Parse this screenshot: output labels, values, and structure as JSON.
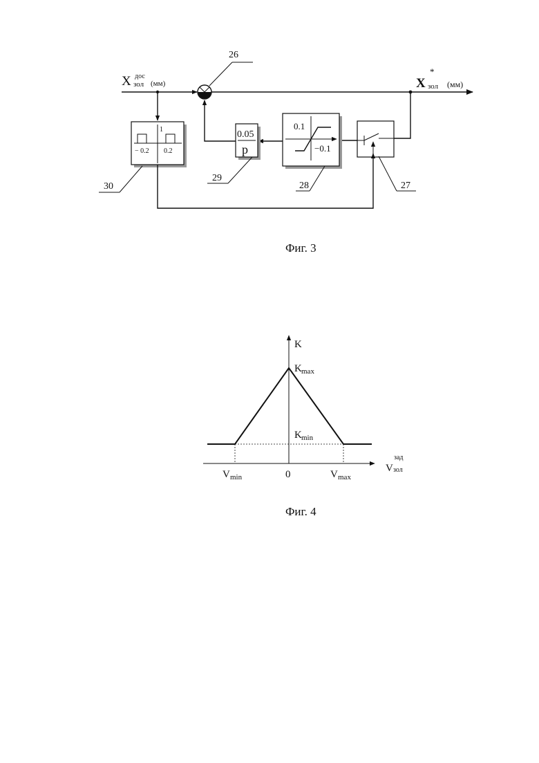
{
  "fig3": {
    "caption": "Фиг. 3",
    "input": {
      "main": "X",
      "sup": "дос",
      "sub": "зол",
      "unit": "(мм)"
    },
    "output": {
      "main": "X",
      "sup": "*",
      "sub": "зол",
      "unit": "(мм)"
    },
    "labels": {
      "sum": "26",
      "switch": "27",
      "limiter": "28",
      "integrator": "29",
      "relay": "30"
    },
    "integrator": {
      "numerator": "0.05",
      "denominator": "p"
    },
    "limiter": {
      "upper": "0.1",
      "lower": "−0.1"
    },
    "relay": {
      "level": "1",
      "left": "− 0.2",
      "right": "0.2"
    }
  },
  "fig4": {
    "caption": "Фиг. 4",
    "y_axis": "K",
    "x_axis": {
      "main": "V",
      "sup": "зад",
      "sub": "зол"
    },
    "kmax": {
      "main": "K",
      "sub": "max"
    },
    "kmin": {
      "main": "K",
      "sub": "min"
    },
    "vmin": {
      "main": "V",
      "sub": "min"
    },
    "vmax": {
      "main": "V",
      "sub": "max"
    },
    "zero": "0"
  },
  "chart_data": {
    "type": "line",
    "title": "",
    "xlabel": "V зол зад",
    "ylabel": "K",
    "x_ticks": [
      "Vmin",
      "0",
      "Vmax"
    ],
    "y_ticks": [
      "Kmax",
      "Kmin"
    ],
    "series": [
      {
        "points": [
          [
            "<Vmin",
            "Kmin"
          ],
          [
            "Vmin",
            "Kmin"
          ],
          [
            "0",
            "Kmax"
          ],
          [
            "Vmax",
            "Kmin"
          ],
          [
            ">Vmax",
            "Kmin"
          ]
        ]
      }
    ],
    "grid": false
  }
}
